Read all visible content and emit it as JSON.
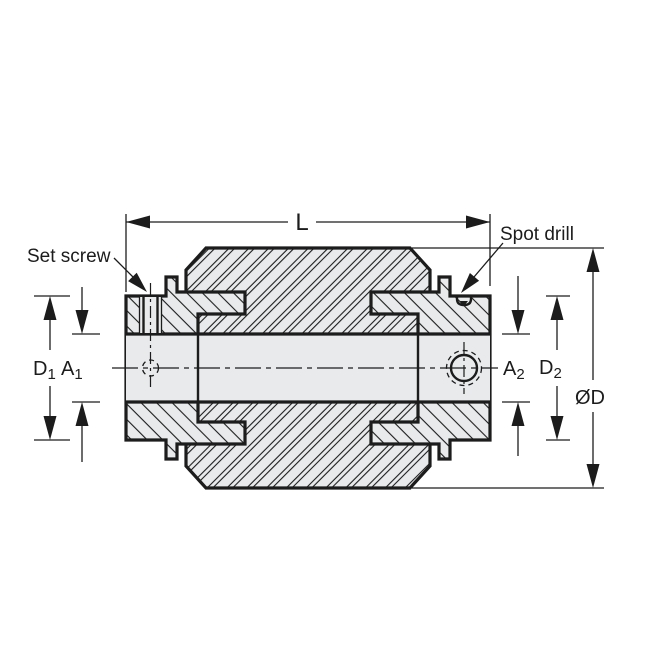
{
  "drawing": {
    "dim_length_label": "L",
    "spot_drill_label": "Spot drill",
    "set_screw_label": "Set screw",
    "dim_d1": {
      "base": "D",
      "sub": "1"
    },
    "dim_a1": {
      "base": "A",
      "sub": "1"
    },
    "dim_a2": {
      "base": "A",
      "sub": "2"
    },
    "dim_d2": {
      "base": "D",
      "sub": "2"
    },
    "dim_outer_diameter_label": "ØD"
  },
  "colors": {
    "line": "#1c1c1c",
    "fill": "#e8eaec",
    "background": "#ffffff"
  }
}
